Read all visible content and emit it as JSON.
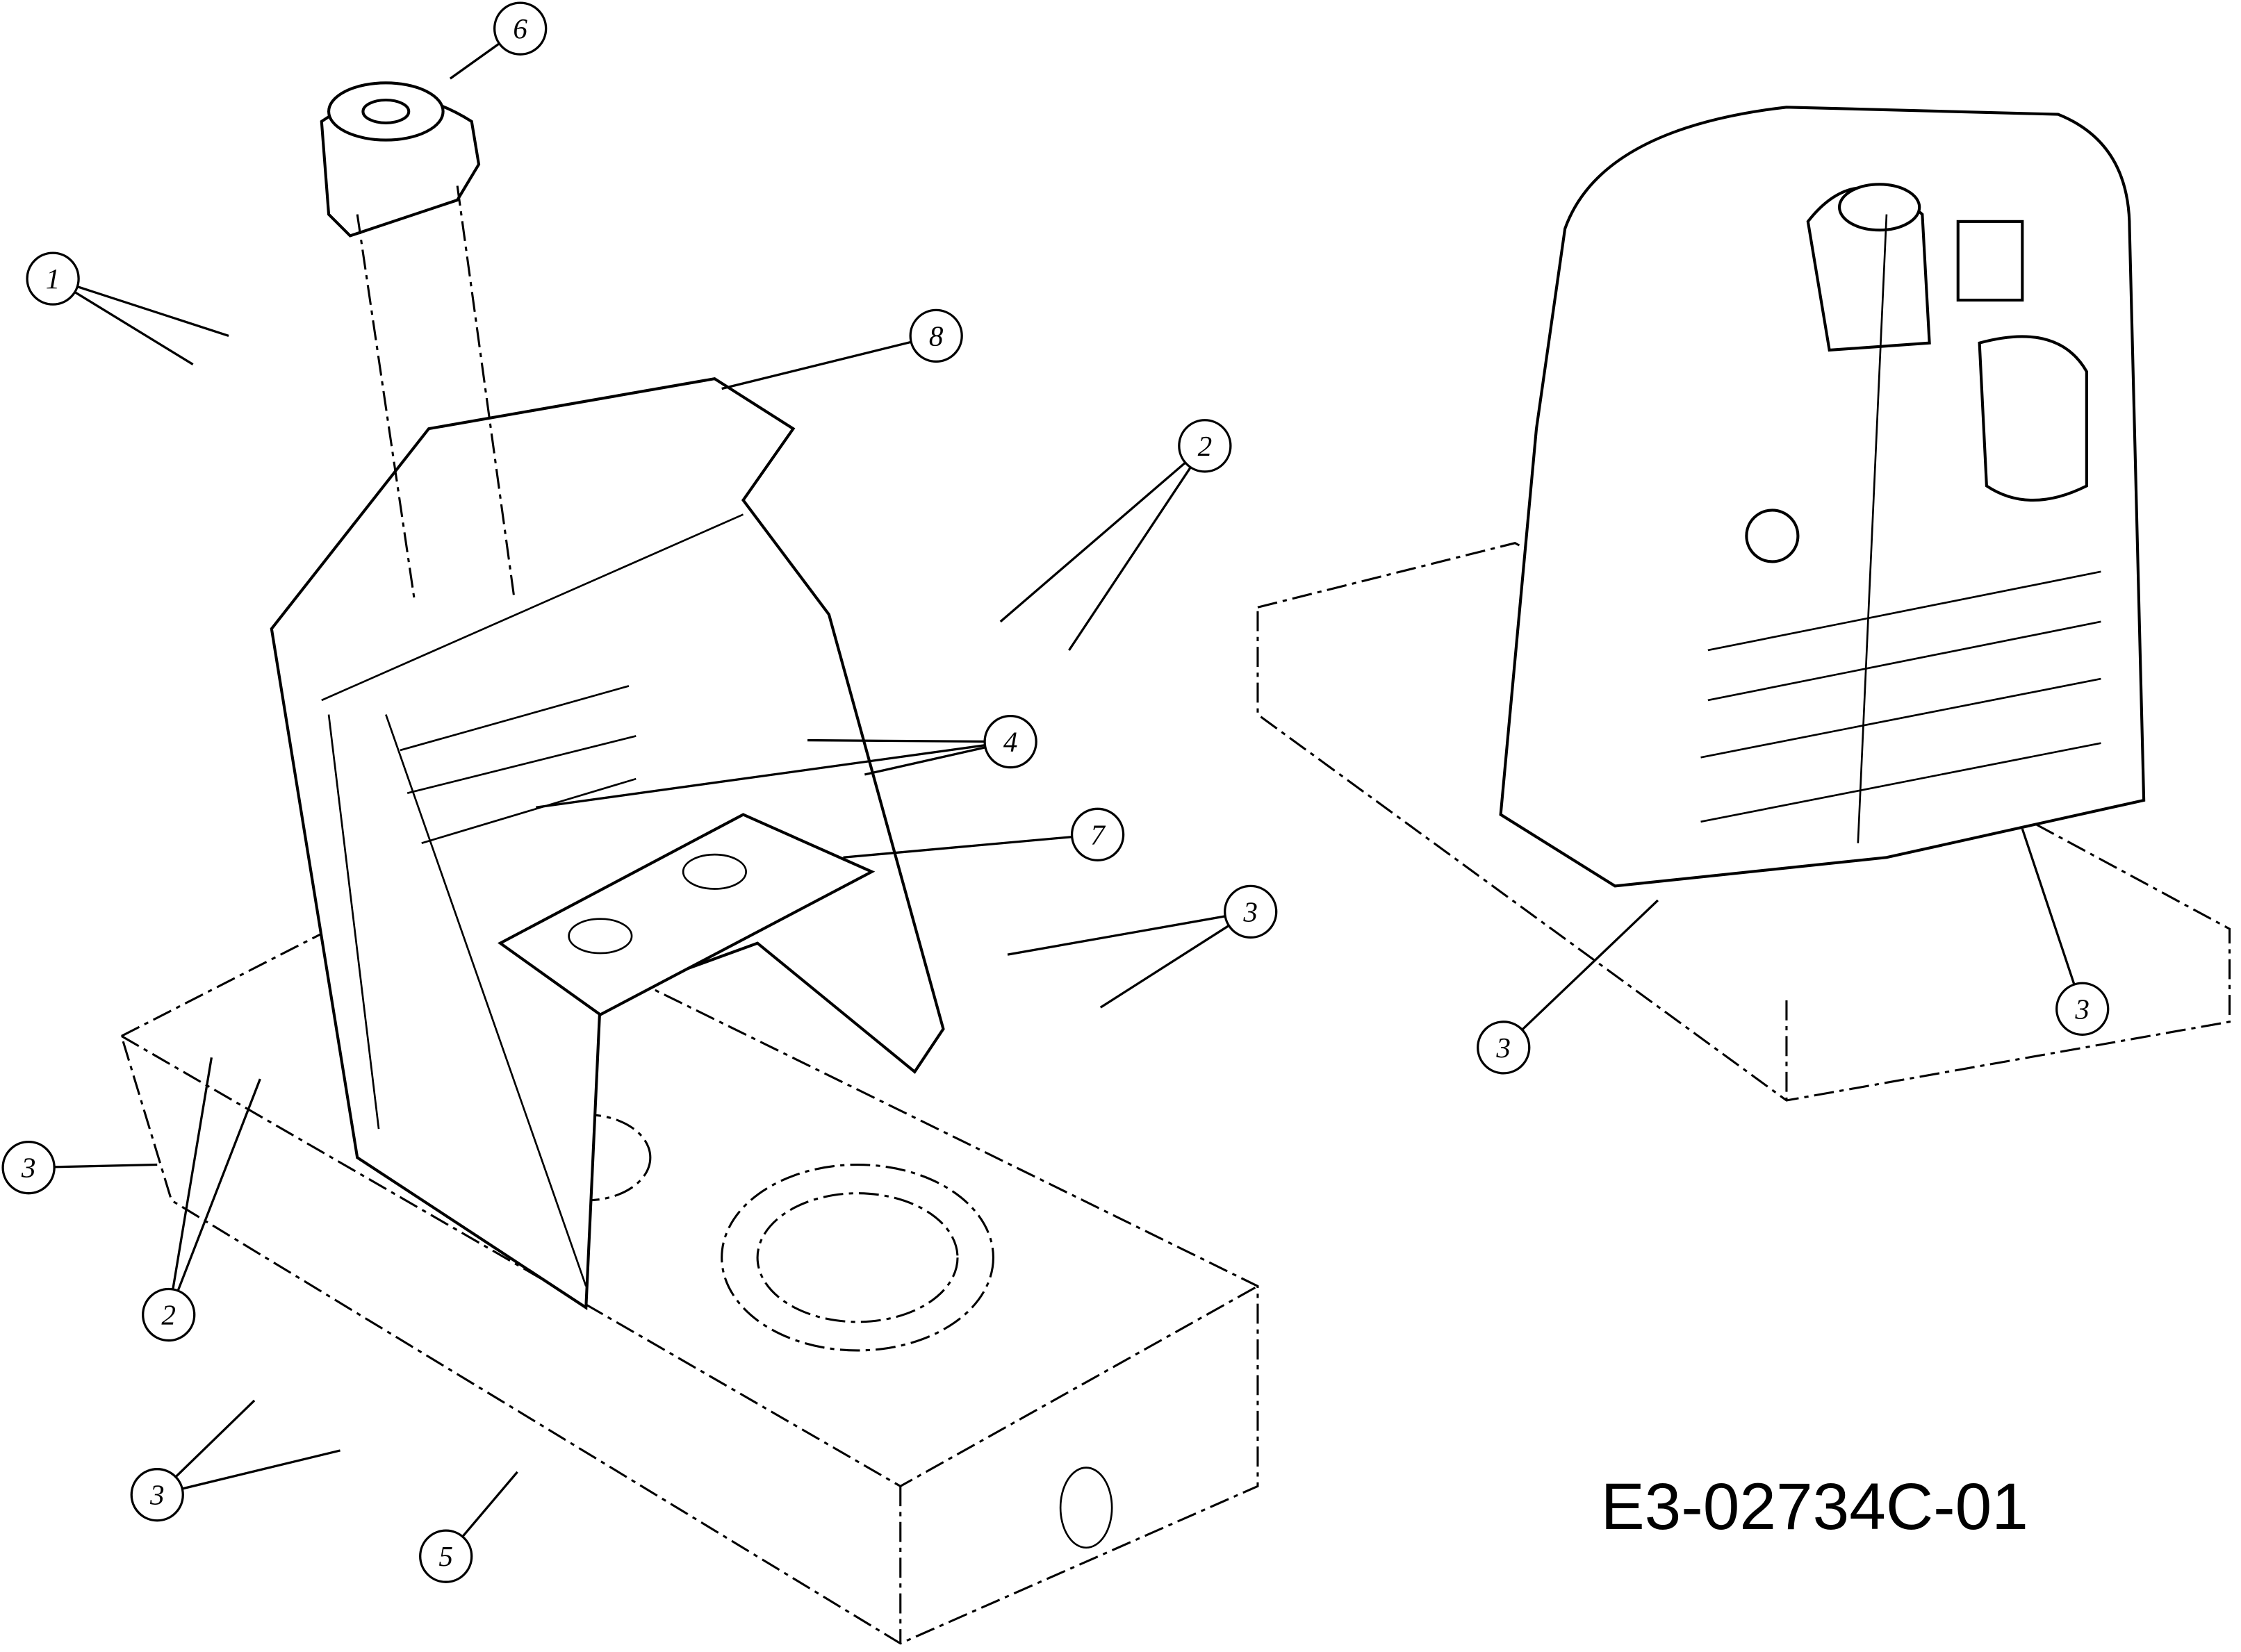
{
  "diagram": {
    "drawing_code": "E3-02734C-01",
    "callouts": [
      {
        "label": "6"
      },
      {
        "label": "1"
      },
      {
        "label": "8"
      },
      {
        "label": "2"
      },
      {
        "label": "4"
      },
      {
        "label": "7"
      },
      {
        "label": "3"
      },
      {
        "label": "3"
      },
      {
        "label": "2"
      },
      {
        "label": "3"
      },
      {
        "label": "5"
      },
      {
        "label": "3"
      },
      {
        "label": "3"
      }
    ]
  }
}
